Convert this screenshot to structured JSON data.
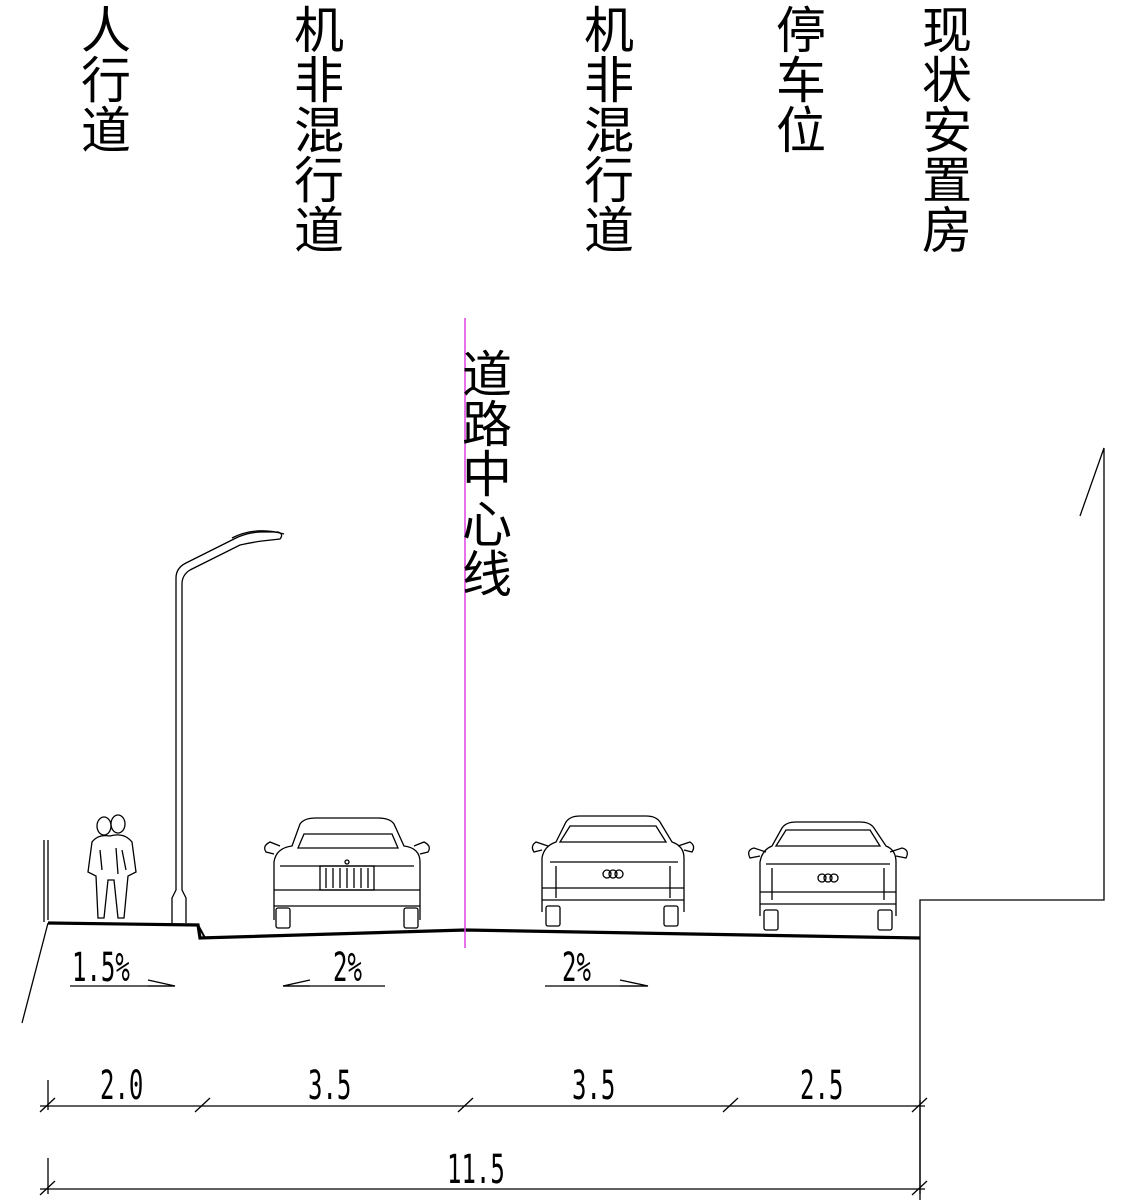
{
  "zones": {
    "sidewalk": "人行道",
    "mixed_lane_left": "机非混行道",
    "mixed_lane_right": "机非混行道",
    "parking": "停车位",
    "existing_building": "现状安置房",
    "centerline": "道路中心线"
  },
  "slopes": {
    "sidewalk": "1.5%",
    "left_lane": "2%",
    "right_lane": "2%"
  },
  "dimensions": {
    "sidewalk_width": "2.0",
    "left_lane_width": "3.5",
    "right_lane_width": "3.5",
    "parking_width": "2.5",
    "total_width": "11.5"
  },
  "colors": {
    "line": "#000000",
    "centerline": "#e040e0"
  }
}
